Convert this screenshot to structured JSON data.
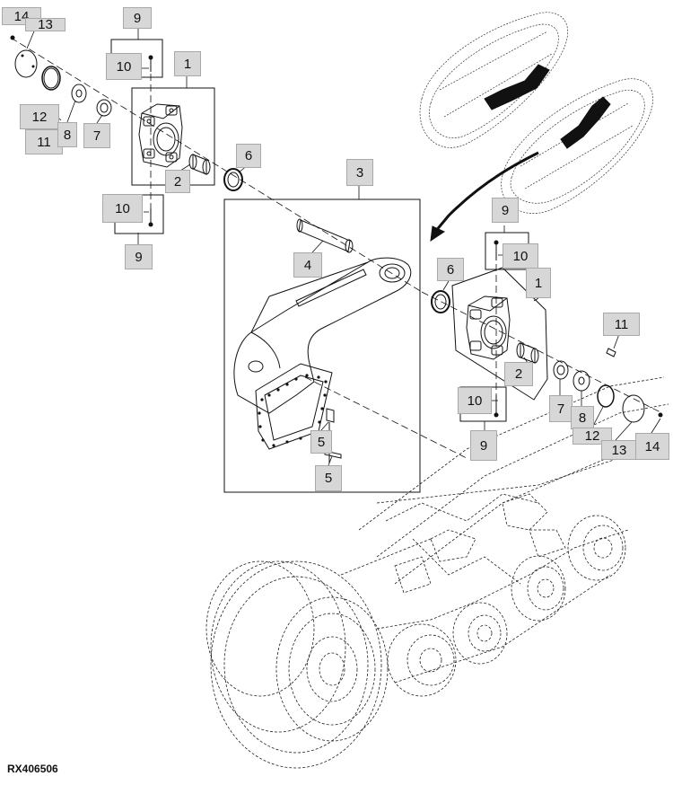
{
  "figure_id": "RX406506",
  "callouts": {
    "c14a": "14",
    "c13a": "13",
    "c9a": "9",
    "c10a": "10",
    "c1a": "1",
    "c12a": "12",
    "c11a": "11",
    "c8a": "8",
    "c7a": "7",
    "c2a": "2",
    "c6a": "6",
    "c10b": "10",
    "c9b": "9",
    "c3": "3",
    "c4": "4",
    "c9c": "9",
    "c10c": "10",
    "c6b": "6",
    "c1b": "1",
    "c11b": "11",
    "c2b": "2",
    "c10d": "10",
    "c7b": "7",
    "c8b": "8",
    "c12b": "12",
    "c13b": "13",
    "c14b": "14",
    "c9d": "9",
    "c5a": "5",
    "c5b": "5"
  },
  "colors": {
    "line": "#111111",
    "callout_bg": "#d7d7d7",
    "callout_border": "#a9a9a9"
  }
}
